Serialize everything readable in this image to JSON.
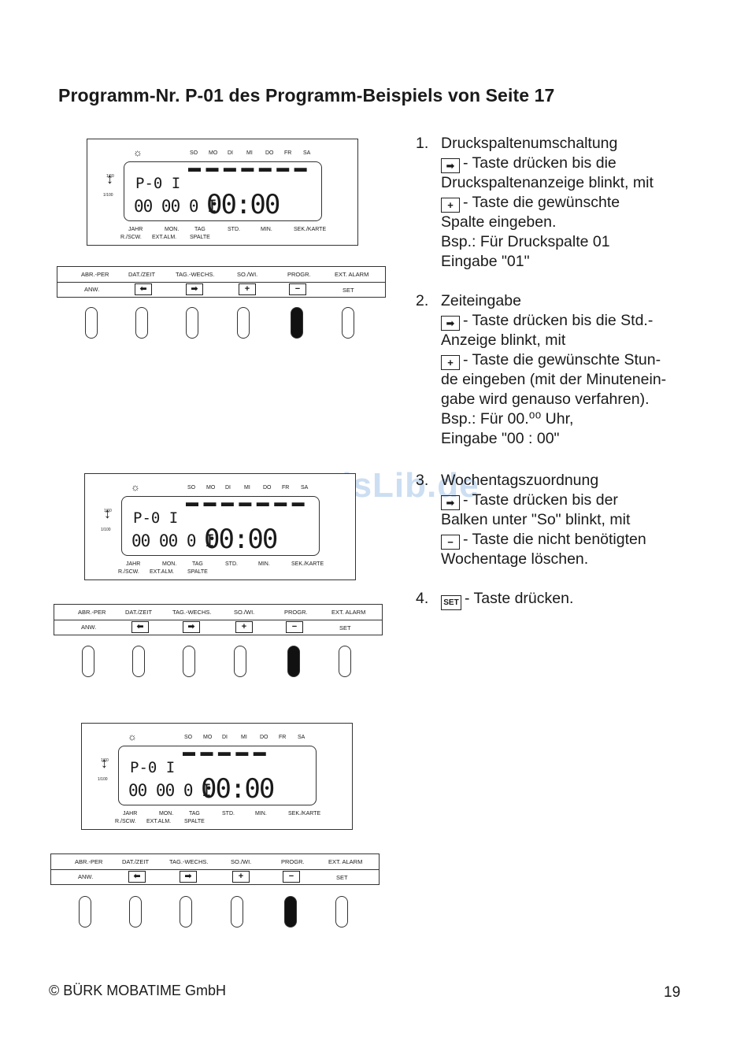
{
  "title": "Programm-Nr. P-01 des Programm-Beispiels von Seite 17",
  "watermark": "ManualsLib.de",
  "lcd": {
    "sun": "☼",
    "days": [
      "SO",
      "MO",
      "DI",
      "MI",
      "DO",
      "FR",
      "SA"
    ],
    "ratio_top": "1/60",
    "ratio_bottom": "1/100",
    "arrow": "↕",
    "prog": "P-0 I",
    "digits": "00 00 0 I",
    "time": "00:00",
    "labels_row1": [
      "JAHR",
      "MON.",
      "TAG",
      "STD.",
      "MIN.",
      "SEK./KARTE"
    ],
    "labels_row2": [
      "R./SCW.",
      "EXT.ALM.",
      "SPALTE"
    ],
    "bars_screen1": "▬ ▬ ▬ ▬ ▬ ▬ ▬",
    "bars_screen2": "▬ ▬ ▬ ▬ ▬ ▬ ▬",
    "bars_screen3": "▬ ▬ ▬ ▬ ▬"
  },
  "panel": {
    "labels": [
      "ABR.-PER",
      "DAT./ZEIT",
      "TAG.-WECHS.",
      "SO./WI.",
      "PROGR.",
      "EXT. ALARM"
    ],
    "anw": "ANW.",
    "keys": [
      "⬅",
      "➡",
      "+",
      "−"
    ],
    "set": "SET"
  },
  "leds_on_index": 4,
  "steps": [
    {
      "num": "1.",
      "lines": [
        {
          "text": "Druckspaltenumschaltung"
        },
        {
          "key": "➡",
          "text": "-  Taste drücken bis die"
        },
        {
          "text": "Druckspaltenanzeige blinkt, mit"
        },
        {
          "key": "+",
          "text": "-  Taste die gewünschte"
        },
        {
          "text": "Spalte  eingeben."
        },
        {
          "text": "Bsp.:   Für Druckspalte 01"
        },
        {
          "text": "            Eingabe \"01\""
        }
      ]
    },
    {
      "num": "2.",
      "lines": [
        {
          "text": "Zeiteingabe"
        },
        {
          "key": "➡",
          "text": "-  Taste drücken bis die Std.-"
        },
        {
          "text": "Anzeige blinkt, mit"
        },
        {
          "key": "+",
          "text": "-  Taste die gewünschte Stun-"
        },
        {
          "text": "de eingeben (mit der Minutenein-"
        },
        {
          "text": "gabe wird genauso verfahren)."
        },
        {
          "text": "Bsp.:  Für 00.⁰⁰ Uhr,"
        },
        {
          "text": "           Eingabe \"00 : 00\""
        }
      ]
    },
    {
      "num": "3.",
      "lines": [
        {
          "text": "Wochentagszuordnung"
        },
        {
          "key": "➡",
          "text": "-  Taste drücken bis der"
        },
        {
          "text": "Balken unter  \"So\" blinkt, mit"
        },
        {
          "key": "−",
          "text": "-  Taste die nicht benötigten"
        },
        {
          "text": "Wochentage  löschen."
        }
      ]
    },
    {
      "num": "4.",
      "lines": [
        {
          "key": "SET",
          "text": "-  Taste drücken."
        }
      ]
    }
  ],
  "footer": {
    "copyright": "© BÜRK MOBATIME GmbH",
    "page": "19"
  }
}
